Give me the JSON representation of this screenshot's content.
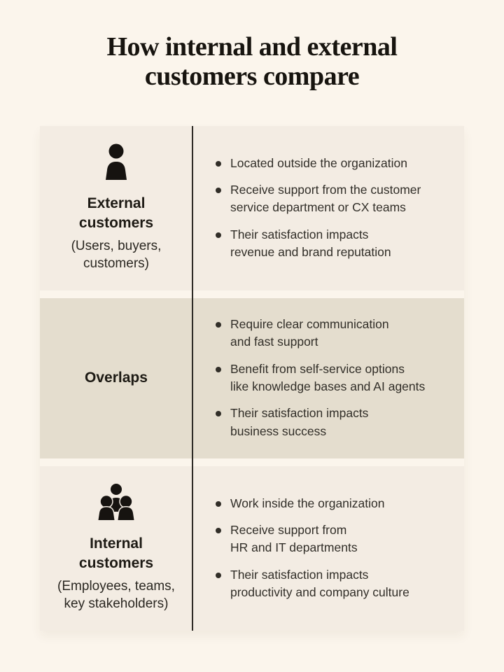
{
  "title": "How internal and external\ncustomers compare",
  "colors": {
    "page_background": "#fbf5ec",
    "row_light_background": "#f3ece3",
    "row_dark_background": "#e4ddce",
    "divider": "#2e2b26",
    "heading_text": "#1d1a14",
    "body_text": "#312e28"
  },
  "rows": [
    {
      "id": "external-customers",
      "icon": "person-icon",
      "heading": "External\ncustomers",
      "subheading": "(Users, buyers,\ncustomers)",
      "bullets": [
        "Located outside the organization",
        "Receive support from the customer\nservice department or CX teams",
        "Their satisfaction impacts\nrevenue and brand reputation"
      ]
    },
    {
      "id": "overlaps",
      "heading": "Overlaps",
      "bullets": [
        "Require clear communication\nand fast support",
        "Benefit from self-service options\nlike knowledge bases and AI agents",
        "Their satisfaction impacts\nbusiness success"
      ]
    },
    {
      "id": "internal-customers",
      "icon": "people-icon",
      "heading": "Internal\ncustomers",
      "subheading": "(Employees, teams,\nkey stakeholders)",
      "bullets": [
        "Work inside the organization",
        "Receive support from\nHR and IT departments",
        "Their satisfaction impacts\nproductivity and company culture"
      ]
    }
  ]
}
